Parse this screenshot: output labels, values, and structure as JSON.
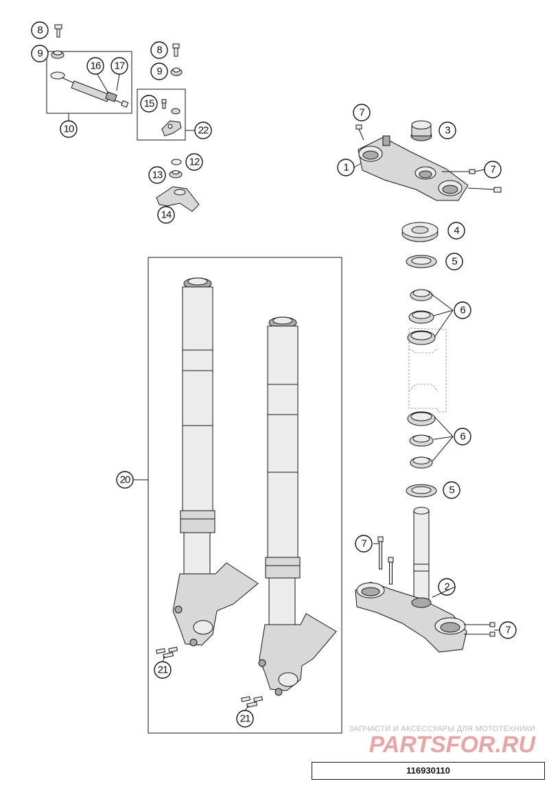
{
  "callouts": {
    "c1": "1",
    "c2": "2",
    "c3": "3",
    "c4": "4",
    "c5a": "5",
    "c5b": "5",
    "c6a": "6",
    "c6b": "6",
    "c7a": "7",
    "c7b": "7",
    "c7c": "7",
    "c7d": "7",
    "c8a": "8",
    "c8b": "8",
    "c9a": "9",
    "c9b": "9",
    "c10": "10",
    "c12": "12",
    "c13": "13",
    "c14": "14",
    "c15": "15",
    "c16": "16",
    "c17": "17",
    "c20": "20",
    "c21a": "21",
    "c21b": "21",
    "c22": "22"
  },
  "footer": {
    "watermark_text": "ЗАПЧАСТИ И АКСЕССУАРЫ ДЛЯ МОТОТЕХНИКИ",
    "watermark_logo": "PARTSFOR.RU",
    "drawing_number": "116930110"
  },
  "colors": {
    "watermark": "#e7a5a5",
    "line": "#111111"
  }
}
